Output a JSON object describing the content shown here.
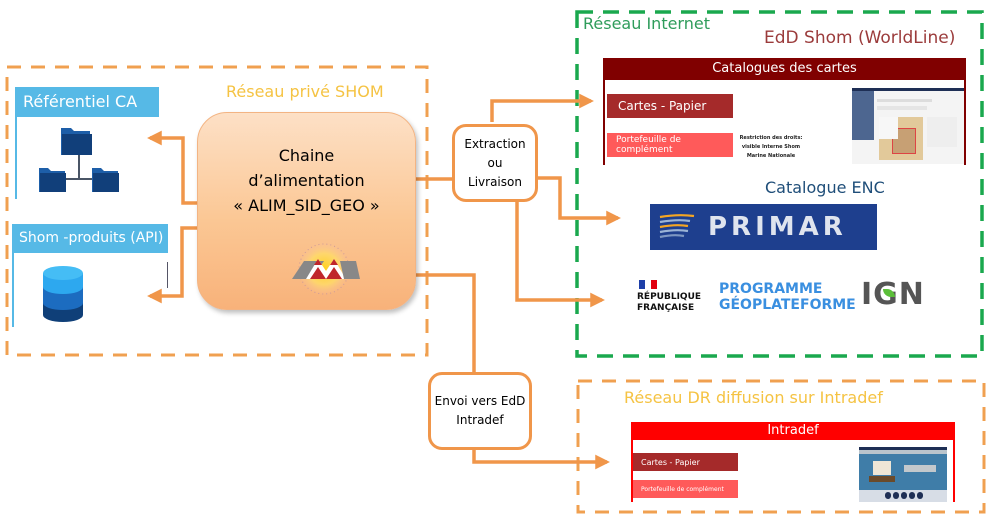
{
  "zones": {
    "private": {
      "title": "Réseau privé SHOM",
      "color": "#f0a050",
      "title_color": "#f5c343"
    },
    "internet": {
      "title": "Réseau Internet",
      "color": "#1aa84e",
      "title_color": "#2f9c5b"
    },
    "intradef": {
      "title": "Réseau DR diffusion sur Intradef",
      "color": "#f0a050",
      "title_color": "#f5c343"
    }
  },
  "sources": {
    "referentiel": {
      "label": "Référentiel CA",
      "icon": "folder-hierarchy-icon"
    },
    "shom_produits": {
      "label": "Shom -produits (API)",
      "icon": "database-icon"
    }
  },
  "chain": {
    "line1": "Chaine",
    "line2": "d’alimentation",
    "line3": "« ALIM_SID_GEO »",
    "logo": "FME"
  },
  "processes": {
    "extraction": {
      "line1": "Extraction",
      "line2": "ou",
      "line3": "Livraison"
    },
    "envoi": {
      "line1": "Envoi vers EdD",
      "line2": "Intradef"
    }
  },
  "targets": {
    "edd_shom": {
      "title": "EdD Shom (WorldLine)",
      "header": "Catalogues des cartes",
      "button1": "Cartes - Papier",
      "button2": "Portefeuille de complément",
      "note": [
        "Restriction des droits:",
        "visible Interne Shom",
        "Marine Nationale"
      ]
    },
    "enc": {
      "title": "Catalogue ENC",
      "logo": "PRIMAR"
    },
    "geoplateforme": {
      "rf_line1": "RÉPUBLIQUE",
      "rf_line2": "FRANÇAISE",
      "prog_line1": "PROGRAMME",
      "prog_line2": "GÉOPLATEFORME",
      "ign": "IGN"
    },
    "intradef": {
      "header": "Intradef",
      "button1": "Cartes - Papier",
      "button2": "Portefeuille de complément"
    }
  },
  "colors": {
    "arrow": "#f0964a",
    "edd_header": "#800000",
    "intradef_header": "#ff0000",
    "btn_dark": "#a52a2a",
    "btn_light": "#ff5a5a",
    "primar_bg": "#1e3f8e",
    "tab_blue": "#56b9e6"
  }
}
